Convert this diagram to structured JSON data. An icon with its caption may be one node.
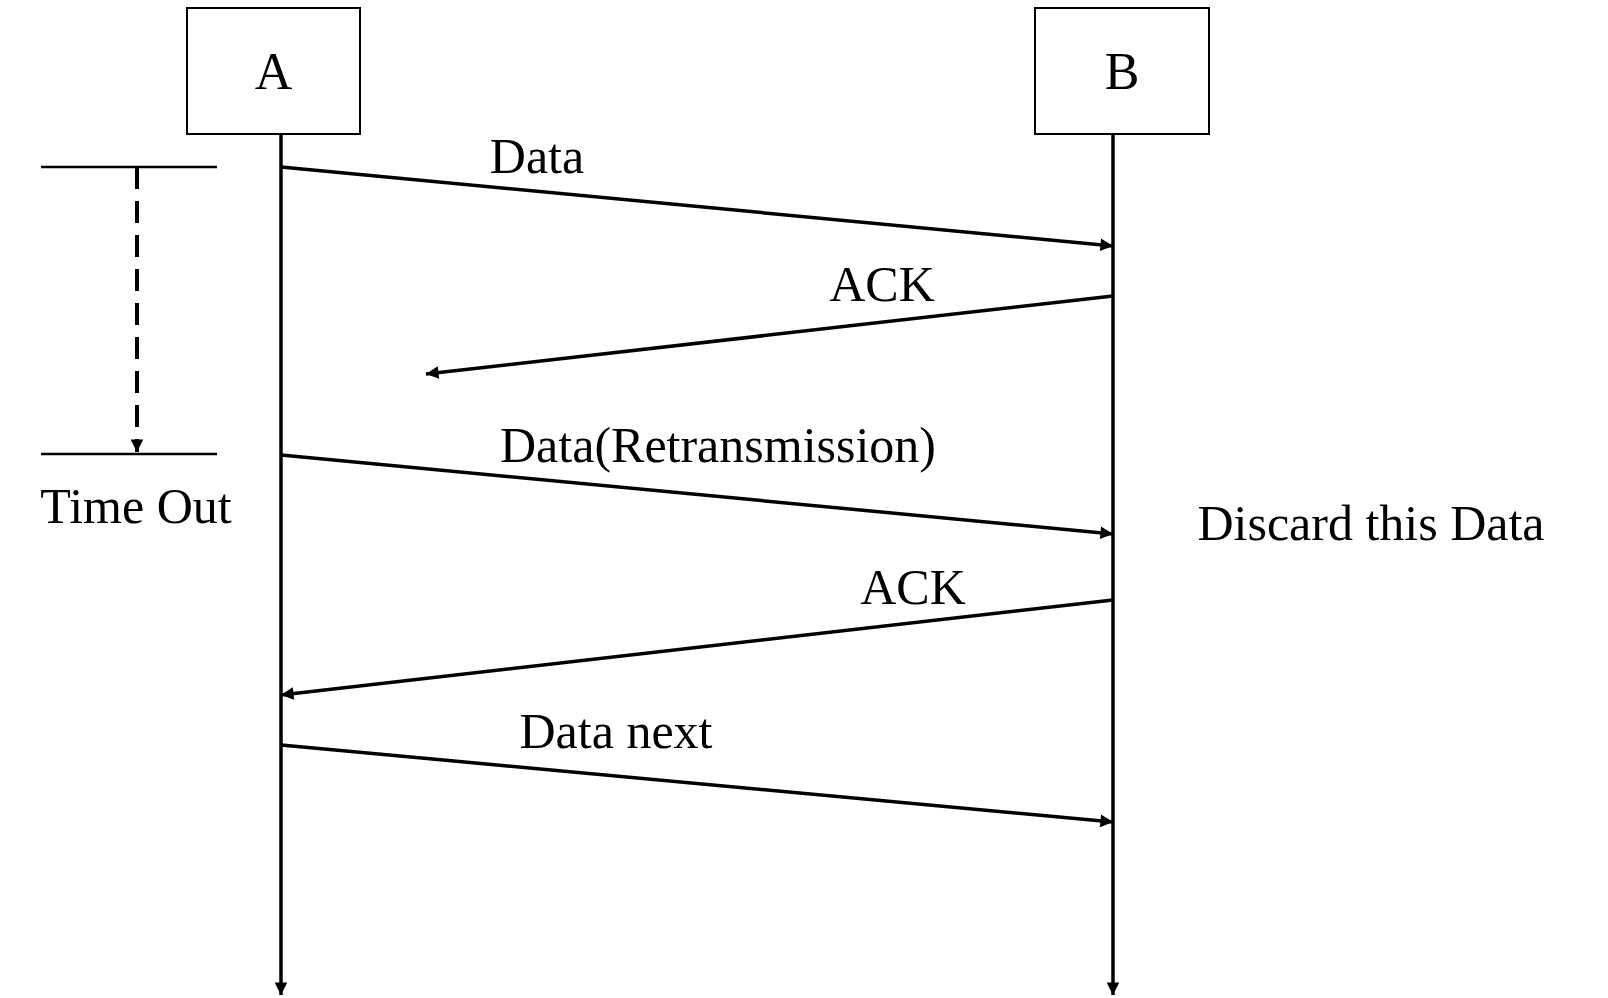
{
  "diagram": {
    "nodes": [
      {
        "text": [
          "A"
        ]
      },
      {
        "text": [
          "B"
        ]
      }
    ],
    "edges": [
      {
        "from": 0,
        "to": 1,
        "arrow": "to",
        "label": "Data"
      },
      {
        "from": 1,
        "to": null,
        "arrow": "to",
        "label": "ACK"
      },
      {
        "from": 0,
        "to": 1,
        "arrow": "to",
        "label": "Data(Retransmission)"
      },
      {
        "from": 1,
        "to": 0,
        "arrow": "to",
        "label": "ACK"
      },
      {
        "from": 0,
        "to": 1,
        "arrow": "to",
        "label": "Data next"
      }
    ],
    "labels": [
      "Time Out",
      "Discard this Data"
    ]
  }
}
